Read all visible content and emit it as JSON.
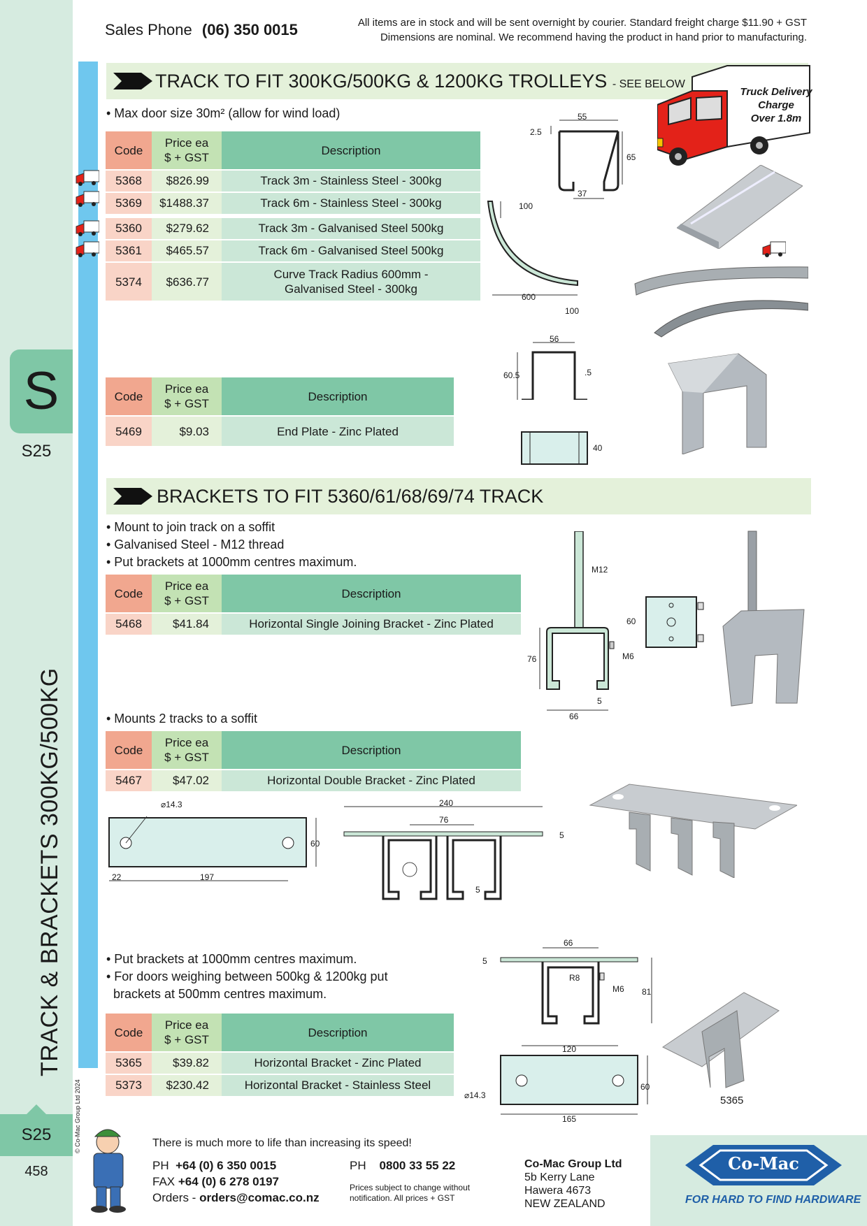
{
  "header": {
    "sales_phone_label": "Sales Phone",
    "sales_phone_number": "(06) 350 0015",
    "note_line1": "All items are in stock and will be sent overnight by courier. Standard freight charge $11.90 + GST",
    "note_line2": "Dimensions are nominal. We recommend having the product in hand prior to manufacturing."
  },
  "side": {
    "section_letter": "S",
    "section_code": "S25",
    "title": "TRACK & BRACKETS 300KG/500KG",
    "copyright": "© Co-Mac Group Ltd 2024",
    "bottom_code": "S25",
    "page_number": "458"
  },
  "section1": {
    "title": "TRACK TO FIT 300KG/500KG & 1200KG TROLLEYS",
    "title_suffix": "- SEE BELOW",
    "bullet": "• Max door size 30m² (allow for wind load)",
    "truck_label_line1": "Truck Delivery",
    "truck_label_line2": "Charge",
    "truck_label_line3": "Over 1.8m",
    "table_headers": {
      "code": "Code",
      "price1": "Price ea",
      "price2": "$ + GST",
      "desc": "Description"
    },
    "rows_a": [
      {
        "code": "5368",
        "price": "$826.99",
        "desc": "Track 3m - Stainless Steel - 300kg"
      },
      {
        "code": "5369",
        "price": "$1488.37",
        "desc": "Track 6m - Stainless Steel - 300kg"
      }
    ],
    "rows_b": [
      {
        "code": "5360",
        "price": "$279.62",
        "desc": "Track 3m - Galvanised Steel 500kg"
      },
      {
        "code": "5361",
        "price": "$465.57",
        "desc": "Track 6m - Galvanised Steel 500kg"
      },
      {
        "code": "5374",
        "price": "$636.77",
        "desc1": "Curve Track Radius 600mm -",
        "desc2": "Galvanised Steel - 300kg"
      }
    ],
    "endplate_row": {
      "code": "5469",
      "price": "$9.03",
      "desc": "End Plate  - Zinc Plated"
    },
    "dims": {
      "track_w": "55",
      "track_h": "65",
      "track_lip": "2.5",
      "track_gap": "37",
      "curve_h": "100",
      "curve_w": "600",
      "curve_b": "100",
      "plate_w": "56",
      "plate_h": "60.5",
      "plate_t": ".5",
      "plate_base": "40"
    }
  },
  "section2": {
    "title": "BRACKETS TO FIT 5360/61/68/69/74 TRACK",
    "bullets_a": [
      "• Mount to join track on a soffit",
      "• Galvanised Steel - M12 thread",
      "• Put brackets at 1000mm centres maximum."
    ],
    "row_5468": {
      "code": "5468",
      "price": "$41.84",
      "desc": "Horizontal Single Joining Bracket - Zinc Plated"
    },
    "dims_single": {
      "m12": "M12",
      "m6": "M6",
      "h": "76",
      "side": "60",
      "w": "66",
      "t": "5"
    },
    "bullet_b": "• Mounts 2 tracks to a soffit",
    "row_5467": {
      "code": "5467",
      "price": "$47.02",
      "desc": "Horizontal Double Bracket - Zinc Plated"
    },
    "dims_double": {
      "hole": "⌀14.3",
      "h": "60",
      "a": "22",
      "b": "197",
      "len": "240",
      "gap": "76",
      "t": "5",
      "t2": "5"
    },
    "bullets_c": [
      "• Put brackets at 1000mm centres maximum.",
      "• For doors weighing between 500kg & 1200kg put",
      "  brackets at 500mm centres maximum."
    ],
    "rows_c": [
      {
        "code": "5365",
        "price": "$39.82",
        "desc": "Horizontal Bracket - Zinc Plated"
      },
      {
        "code": "5373",
        "price": "$230.42",
        "desc": "Horizontal Bracket - Stainless Steel"
      }
    ],
    "dims_horiz": {
      "w": "66",
      "t": "5",
      "r": "R8",
      "m6": "M6",
      "h": "81",
      "len": "120",
      "hole": "⌀14.3",
      "plate_h": "60",
      "total": "165"
    },
    "photo_label": "5365"
  },
  "footer": {
    "slogan": "There is much more to life than increasing its speed!",
    "ph_label": "PH",
    "ph_number": "+64 (0) 6 350 0015",
    "fax_label": "FAX",
    "fax_number": "+64 (0) 6 278 0197",
    "orders_label": "Orders -",
    "orders_email": "orders@comac.co.nz",
    "ph2_label": "PH",
    "ph2_number": "0800 33 55 22",
    "notice_line1": "Prices subject to change without",
    "notice_line2": "notification. All prices + GST",
    "company": "Co-Mac Group Ltd",
    "addr1": "5b Kerry Lane",
    "addr2": "Hawera 4673",
    "addr3": "NEW ZEALAND",
    "logo_text": "Co-Mac",
    "tagline": "FOR HARD TO FIND HARDWARE"
  },
  "colors": {
    "side_green": "#d6ebe0",
    "tab_green": "#7fc7a6",
    "blue_bar": "#6fc7ee",
    "code_header": "#f1a78f",
    "code_cell": "#f9d4c7",
    "banner": "#e4f1da",
    "truck_red": "#e32219",
    "logo_blue": "#1f5fa8"
  },
  "icons": [
    "truck-icon",
    "arrow-right-icon",
    "logo-diamond-icon",
    "mascot-icon"
  ]
}
